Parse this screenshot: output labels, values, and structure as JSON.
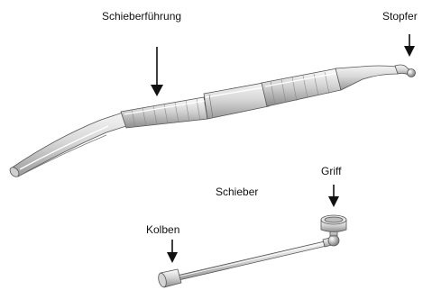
{
  "labels": {
    "guide": "Schieberführung",
    "plugger": "Stopfer",
    "slider": "Schieber",
    "grip": "Griff",
    "piston": "Kolben"
  },
  "icons": {
    "arrow": "down-arrow-icon"
  }
}
